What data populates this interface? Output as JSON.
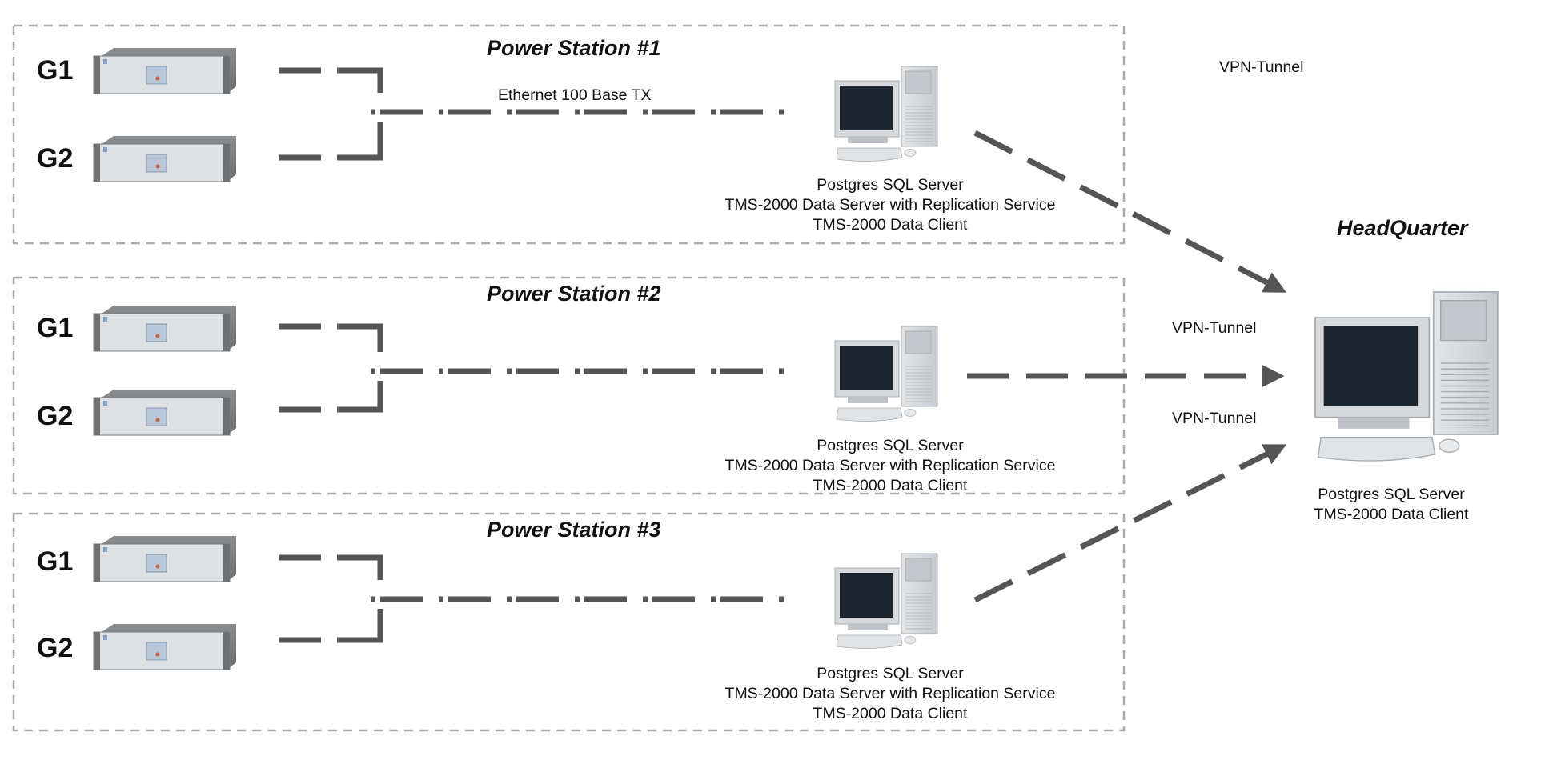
{
  "diagram": {
    "colors": {
      "connection_line": "#555555",
      "station_border": "#aaaaaa",
      "monitor_screen": "#1c2530",
      "device_body": "#d9dcdf"
    },
    "ethernet_label": "Ethernet 100 Base TX",
    "stations": [
      {
        "title": "Power Station #1",
        "generators": [
          {
            "label": "G1"
          },
          {
            "label": "G2"
          }
        ],
        "server_caption": [
          "Postgres SQL Server",
          "TMS-2000 Data Server with Replication Service",
          "TMS-2000 Data Client"
        ],
        "tunnel_label": "VPN-Tunnel"
      },
      {
        "title": "Power Station #2",
        "generators": [
          {
            "label": "G1"
          },
          {
            "label": "G2"
          }
        ],
        "server_caption": [
          "Postgres SQL Server",
          "TMS-2000 Data Server with Replication Service",
          "TMS-2000 Data Client"
        ],
        "tunnel_label": "VPN-Tunnel"
      },
      {
        "title": "Power Station #3",
        "generators": [
          {
            "label": "G1"
          },
          {
            "label": "G2"
          }
        ],
        "server_caption": [
          "Postgres SQL Server",
          "TMS-2000 Data Server with Replication Service",
          "TMS-2000 Data Client"
        ],
        "tunnel_label": "VPN-Tunnel"
      }
    ],
    "headquarter": {
      "title": "HeadQuarter",
      "caption": [
        "Postgres SQL Server",
        "TMS-2000 Data Client"
      ]
    },
    "icons": {
      "generator": "rack-monitor-unit-icon",
      "server": "desktop-computer-icon",
      "headquarter": "desktop-computer-icon"
    }
  }
}
